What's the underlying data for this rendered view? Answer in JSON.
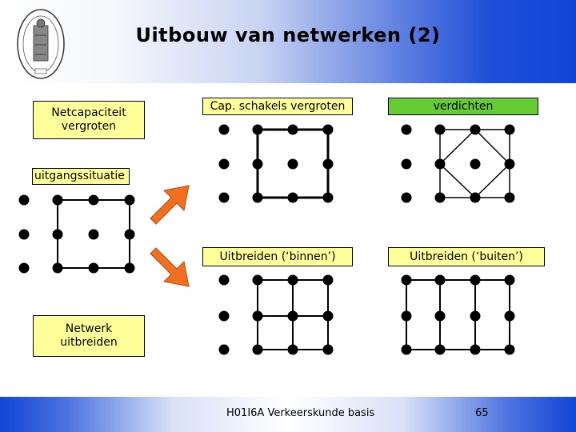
{
  "title": "Uitbouw van netwerken (2)",
  "labels": {
    "netcapaciteit": "Netcapaciteit\nvergroten",
    "uitgangssituatie": "uitgangssituatie",
    "netwerk_uitbreiden": "Netwerk\nuitbreiden",
    "cap_schakels": "Cap. schakels vergroten",
    "verdichten": "verdichten",
    "uitbreiden_binnen": "Uitbreiden (‘binnen’)",
    "uitbreiden_buiten": "Uitbreiden (‘buiten’)"
  },
  "footer": {
    "course": "H01I6A Verkeerskunde basis",
    "page_number": "65"
  },
  "colors": {
    "yellow_box": "#ffff99",
    "green_box": "#66cc33",
    "arrow": "#f07020",
    "header_blue": "#1244d6"
  },
  "icons": {
    "seal": "university-seal-icon",
    "arrows": "orange-arrow-icon"
  }
}
